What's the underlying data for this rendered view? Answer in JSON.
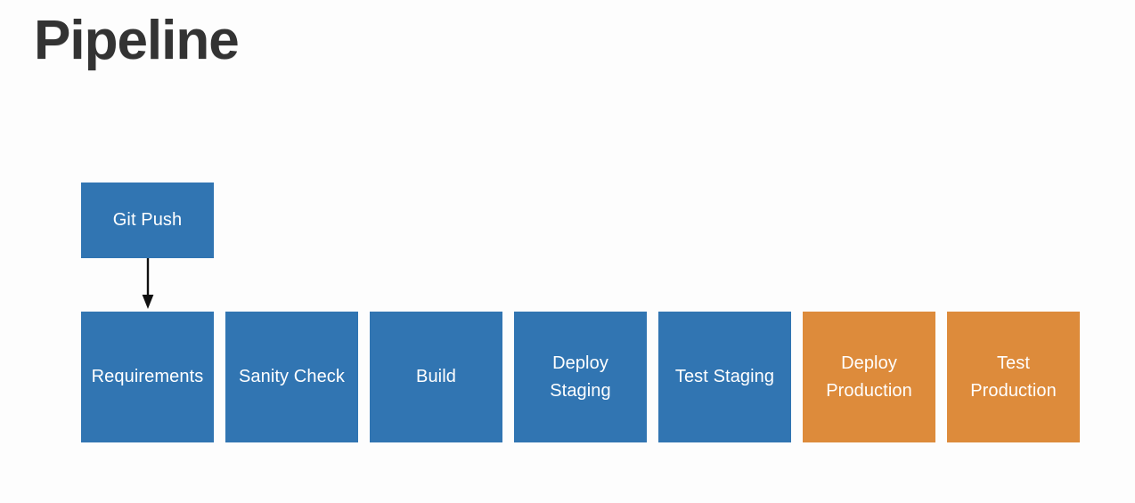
{
  "slide": {
    "title": "Pipeline",
    "background_color": "#fdfdfd",
    "title_color": "#333333"
  },
  "colors": {
    "blue": "#3175b2",
    "orange": "#dd8b3b",
    "arrow": "#111111",
    "node_text": "#ffffff"
  },
  "diagram": {
    "type": "flowchart",
    "orientation": "left-to-right",
    "trigger": {
      "id": "git-push",
      "label": "Git Push",
      "color": "#3175b2",
      "color_name": "blue"
    },
    "arrow": {
      "name": "down-arrow-icon",
      "direction": "down",
      "from": "git-push",
      "to": "requirements",
      "color": "#111111"
    },
    "stages": [
      {
        "id": "requirements",
        "label": "Requirements",
        "color": "#3175b2",
        "color_name": "blue",
        "lines": 1
      },
      {
        "id": "sanity-check",
        "label": "Sanity Check",
        "color": "#3175b2",
        "color_name": "blue",
        "lines": 1
      },
      {
        "id": "build",
        "label": "Build",
        "color": "#3175b2",
        "color_name": "blue",
        "lines": 1
      },
      {
        "id": "deploy-staging",
        "label": "Deploy\nStaging",
        "color": "#3175b2",
        "color_name": "blue",
        "lines": 2
      },
      {
        "id": "test-staging",
        "label": "Test Staging",
        "color": "#3175b2",
        "color_name": "blue",
        "lines": 1
      },
      {
        "id": "deploy-production",
        "label": "Deploy\nProduction",
        "color": "#dd8b3b",
        "color_name": "orange",
        "lines": 2
      },
      {
        "id": "test-production",
        "label": "Test\nProduction",
        "color": "#dd8b3b",
        "color_name": "orange",
        "lines": 2
      }
    ]
  }
}
